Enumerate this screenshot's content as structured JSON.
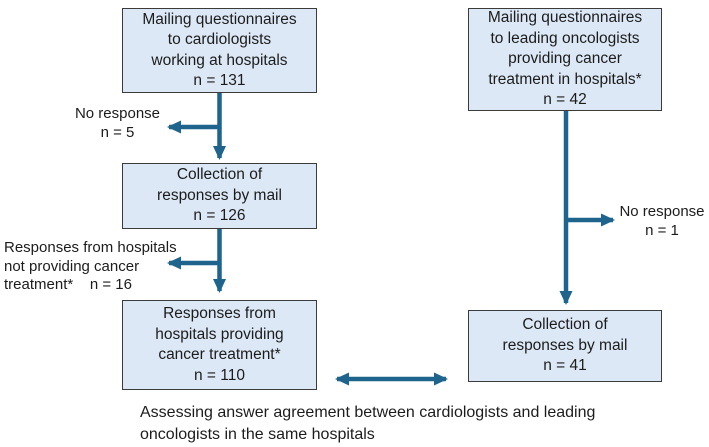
{
  "diagram": {
    "left_column": {
      "mailing_box": "Mailing questionnaires\nto cardiologists\nworking at hospitals\nn = 131",
      "no_response_label": "No response\nn = 5",
      "collection_box": "Collection of\nresponses by mail\nn = 126",
      "excluded_label": "Responses from hospitals\nnot providing cancer\ntreatment*    n = 16",
      "final_box": "Responses from\nhospitals providing\ncancer treatment*\nn = 110"
    },
    "right_column": {
      "mailing_box": "Mailing questionnaires\nto leading oncologists\nproviding cancer\ntreatment in hospitals*\nn = 42",
      "no_response_label": "No response\nn = 1",
      "collection_box": "Collection of\nresponses by mail\nn = 41"
    },
    "caption": "Assessing answer agreement between cardiologists and leading\noncologists in the same hospitals",
    "colors": {
      "box_fill": "#dce8f5",
      "box_border": "#3b3b3b",
      "arrow": "#1f648c",
      "text": "#1c1c1c"
    }
  }
}
